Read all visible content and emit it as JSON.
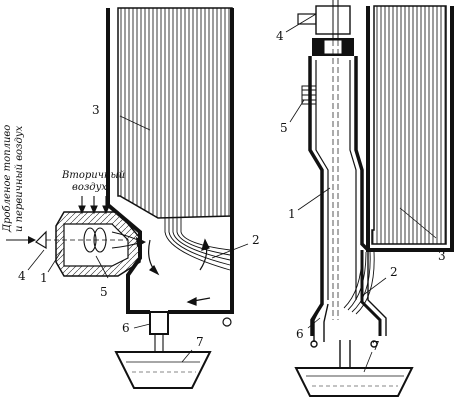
{
  "left_view": {
    "fuel_air_label_line1": "Дробленое топливо",
    "fuel_air_label_line2": "и первичный воздух",
    "secondary_air_line1": "Вторичный",
    "secondary_air_line2": "воздух",
    "numbers": [
      "1",
      "2",
      "3",
      "4",
      "5",
      "6",
      "7"
    ]
  },
  "right_view": {
    "numbers": [
      "1",
      "2",
      "3",
      "4",
      "5",
      "6",
      "7"
    ]
  }
}
